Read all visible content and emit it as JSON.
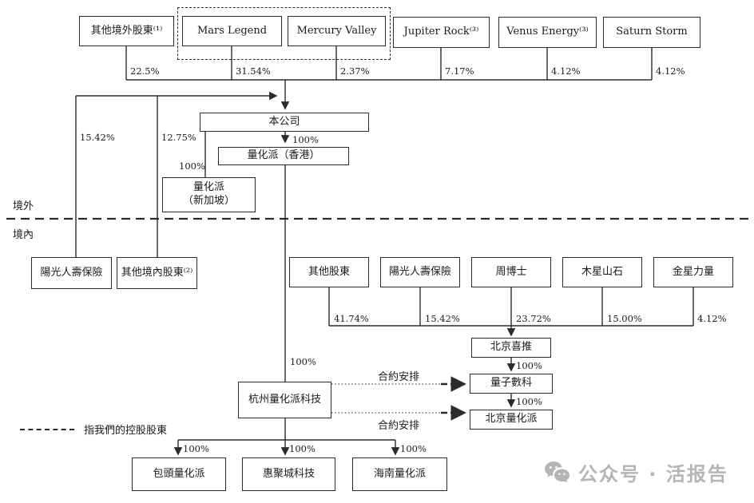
{
  "regions": {
    "overseas": "境外",
    "domestic": "境內"
  },
  "nodes": {
    "other_overseas": "其他境外股東⁽¹⁾",
    "mars_legend": "Mars Legend",
    "mercury_valley": "Mercury Valley",
    "jupiter_rock": "Jupiter Rock⁽³⁾",
    "venus_energy": "Venus Energy⁽³⁾",
    "saturn_storm": "Saturn Storm",
    "company": "本公司",
    "qph_hk": "量化派（香港）",
    "qph_sg": "量化派\n（新加坡）",
    "sunshine_life_left": "陽光人壽保險",
    "other_domestic": "其他境內股東⁽²⁾",
    "other_shareholders": "其他股東",
    "sunshine_life": "陽光人壽保險",
    "dr_zhou": "周博士",
    "wood_star_stone": "木星山石",
    "gold_star_power": "金星力量",
    "beijing_xitui": "北京喜推",
    "quantum_data": "量子數科",
    "beijing_qph": "北京量化派",
    "hangzhou_qph": "杭州量化派科技",
    "baotou_qph": "包頭量化派",
    "huiju_tech": "惠聚城科技",
    "hainan_qph": "海南量化派"
  },
  "percentages": {
    "other_overseas": "22.5%",
    "mars_legend": "31.54%",
    "mercury_valley": "2.37%",
    "jupiter_rock": "7.17%",
    "venus_energy": "4.12%",
    "saturn_storm": "4.12%",
    "sunshine_life_left": "15.42%",
    "other_domestic": "12.75%",
    "company_to_hk": "100%",
    "company_to_sg": "100%",
    "hk_to_hangzhou": "100%",
    "other_shareholders": "41.74%",
    "sunshine_life": "15.42%",
    "dr_zhou": "23.72%",
    "wood_star_stone": "15.00%",
    "gold_star_power": "4.12%",
    "xitui_to_quantum": "100%",
    "quantum_to_beijing": "100%",
    "to_baotou": "100%",
    "to_huiju": "100%",
    "to_hainan": "100%"
  },
  "annotations": {
    "contract_arrangement_1": "合約安排",
    "contract_arrangement_2": "合約安排",
    "legend_controlling": "指我們的控股股東"
  },
  "watermark": {
    "text": "公众号 · 活报告",
    "icon": "wechat-icon",
    "color": "#b5b5b5"
  },
  "colors": {
    "line": "#2b2b2b",
    "text": "#1a1a1a",
    "background": "#ffffff"
  }
}
